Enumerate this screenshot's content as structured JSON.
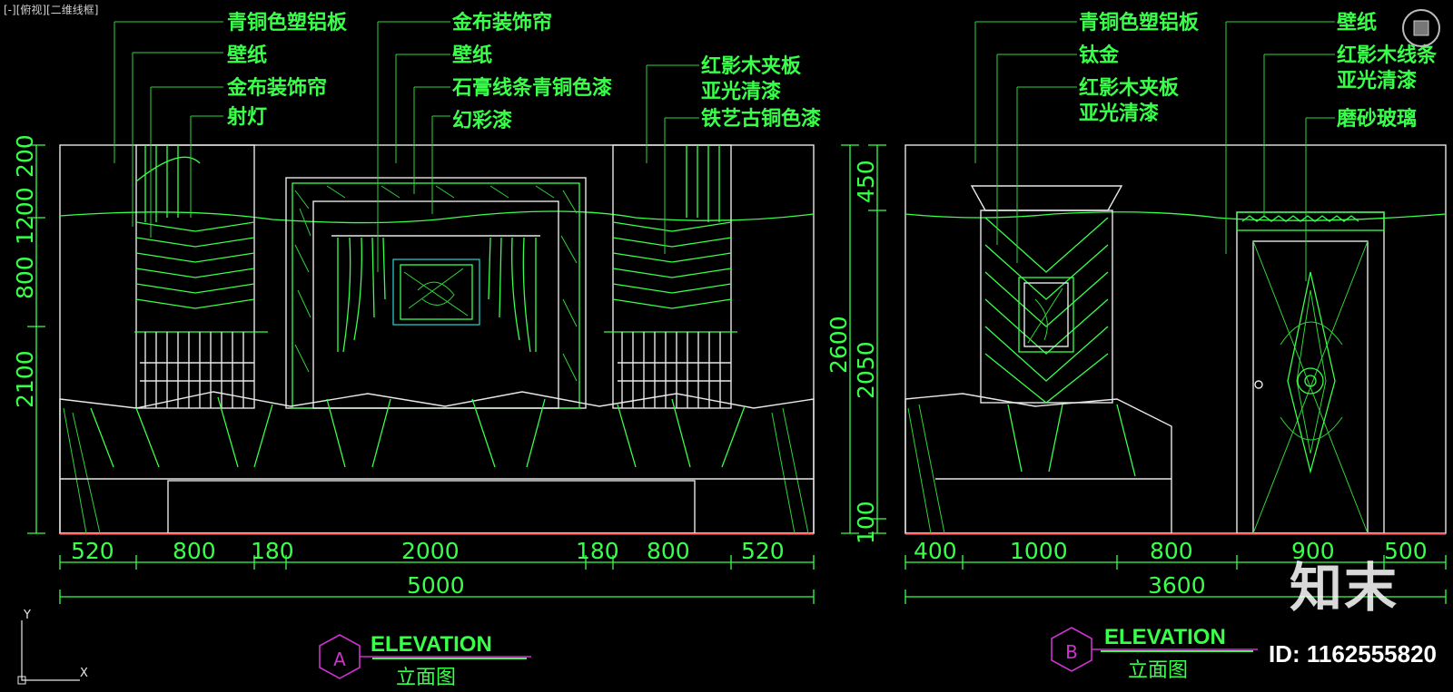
{
  "viewport": {
    "label": "[-][俯视][二维线框]"
  },
  "elevation_a": {
    "labels_left": [
      "青铜色塑铝板",
      "壁纸",
      "金布装饰帘",
      "射灯"
    ],
    "labels_center": [
      "金布装饰帘",
      "壁纸",
      "石膏线条青铜色漆",
      "幻彩漆"
    ],
    "labels_right": [
      "红影木夹板",
      "亚光清漆",
      "铁艺古铜色漆"
    ],
    "h_dims": [
      "520",
      "800",
      "180",
      "2000",
      "180",
      "800",
      "520"
    ],
    "total": "5000",
    "v_dims": [
      "200",
      "1200",
      "800",
      "2100"
    ],
    "tag": "A",
    "title": "ELEVATION",
    "subtitle": "立面图"
  },
  "elevation_b": {
    "labels_left": [
      "青铜色塑铝板",
      "钛金",
      "红影木夹板",
      "亚光清漆"
    ],
    "labels_right": [
      "壁纸",
      "红影木线条",
      "亚光清漆",
      "磨砂玻璃"
    ],
    "h_dims": [
      "400",
      "1000",
      "800",
      "900",
      "500"
    ],
    "total": "3600",
    "v_dims": [
      "450",
      "2600",
      "2050",
      "100"
    ],
    "tag": "B",
    "title": "ELEVATION",
    "subtitle": "立面图"
  },
  "ucs": {
    "y": "Y",
    "x": "X"
  },
  "watermark": {
    "logo": "知末",
    "id": "ID: 1162555820"
  },
  "colors": {
    "line": "#39ff4a",
    "outline": "#e8e8e8",
    "tag": "#cc33cc",
    "title": "#39ff4a",
    "floor": "#ff2a2a"
  }
}
